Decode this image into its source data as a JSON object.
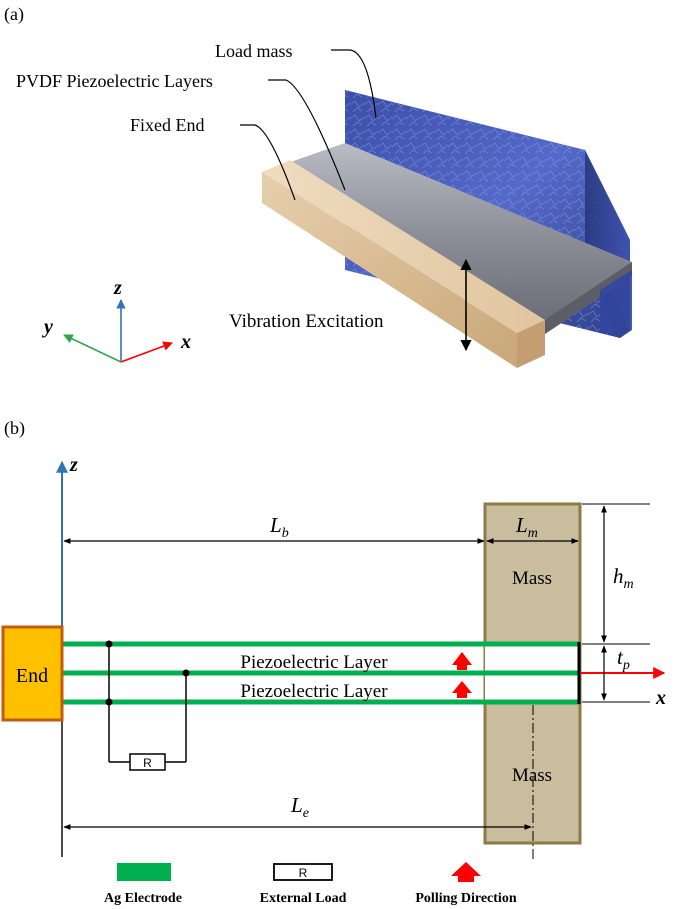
{
  "panel_a": {
    "label": "(a)",
    "callouts": {
      "load_mass": "Load mass",
      "pvdf_layers": "PVDF Piezoelectric Layers",
      "fixed_end": "Fixed End",
      "vibration": "Vibration Excitation"
    },
    "axes": {
      "z": "z",
      "y": "y",
      "x": "x"
    }
  },
  "panel_b": {
    "label": "(b)",
    "axis_z": "z",
    "axis_x": "x",
    "end_block": "End",
    "mass_top": "Mass",
    "mass_bottom": "Mass",
    "layer_top": "Piezoelectric Layer",
    "layer_bottom": "Piezoelectric Layer",
    "resistor": "R",
    "dims": {
      "Lb": {
        "main": "L",
        "sub": "b"
      },
      "Lm": {
        "main": "L",
        "sub": "m"
      },
      "hm": {
        "main": "h",
        "sub": "m"
      },
      "tp": {
        "main": "t",
        "sub": "p"
      },
      "Le": {
        "main": "L",
        "sub": "e"
      }
    }
  },
  "legend": {
    "electrode": "Ag Electrode",
    "load": "External Load",
    "load_symbol": "R",
    "polling": "Polling Direction"
  },
  "colors": {
    "electrode": "#00b050",
    "mass": "#c9bd9e",
    "mass_border": "#8a7b47",
    "end_fill": "#ffc000",
    "end_border": "#c55a11",
    "arrow_red": "#ff0000",
    "axis_blue": "#2e75b6"
  }
}
